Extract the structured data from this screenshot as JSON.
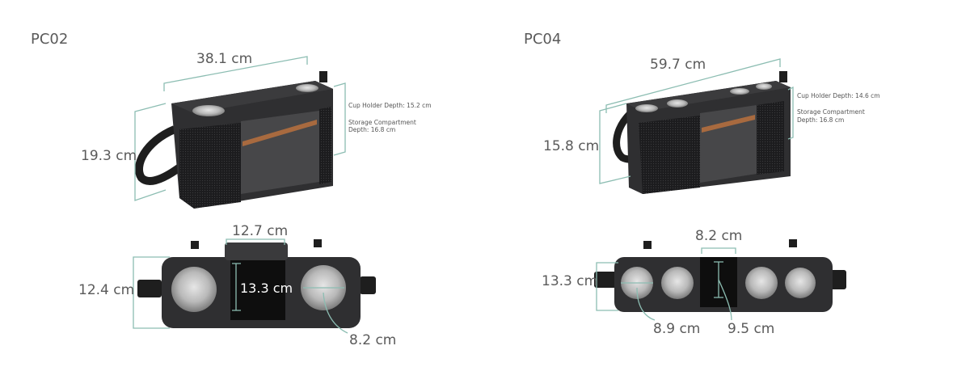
{
  "products": [
    {
      "name": "PC02",
      "side_view": {
        "length": "38.1 cm",
        "height": "19.3 cm",
        "cup_holder_depth": "Cup Holder Depth: 15.2 cm",
        "storage_depth_line1": "Storage Compartment",
        "storage_depth_line2": "Depth: 16.8 cm"
      },
      "top_view": {
        "compartment_width": "12.7 cm",
        "width": "12.4 cm",
        "compartment_length": "13.3 cm",
        "cup_diameter": "8.2 cm"
      }
    },
    {
      "name": "PC04",
      "side_view": {
        "length": "59.7 cm",
        "height": "15.8 cm",
        "cup_holder_depth": "Cup Holder Depth: 14.6 cm",
        "storage_depth_line1": "Storage Compartment",
        "storage_depth_line2": "Depth: 16.8 cm"
      },
      "top_view": {
        "compartment_width": "8.2 cm",
        "width": "13.3 cm",
        "cup_diameter": "8.9 cm",
        "compartment_length": "9.5 cm"
      }
    }
  ],
  "colors": {
    "dimension_line": "#8cbdb2",
    "bag": "#2b2b2d",
    "accent_strap": "#a86a3f"
  }
}
